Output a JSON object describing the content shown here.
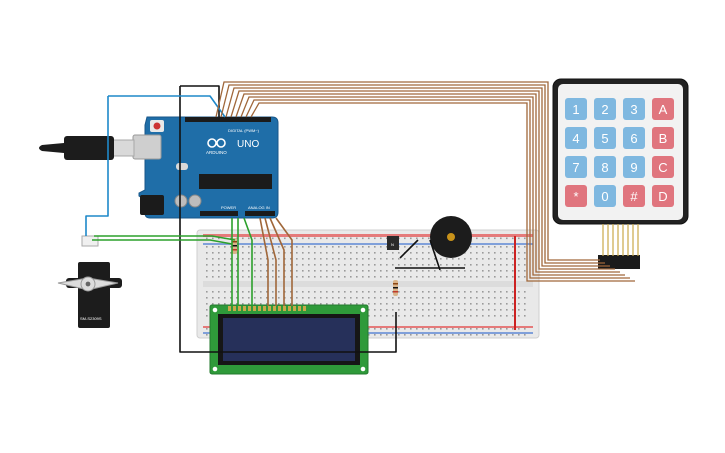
{
  "colors": {
    "background": "#ffffff",
    "arduino_board": "#1f6ea8",
    "breadboard": "#e9e9e9",
    "lcd_board": "#2f9a3a",
    "lcd_screen": "#26305a",
    "keypad_body": "#222222",
    "key_blue": "#7fb8e0",
    "key_red": "#e0757e",
    "wire_brown": "#a0673a",
    "wire_green": "#2ca02c",
    "wire_black": "#111111",
    "wire_blue": "#1e88c9",
    "wire_red": "#cc2222"
  },
  "arduino": {
    "model": "UNO",
    "brand": "ARDUINO",
    "header_digital": "DIGITAL (PWM~)",
    "header_power": "POWER",
    "header_analog": "ANALOG IN"
  },
  "servo": {
    "model": "SM-S2309S"
  },
  "keypad": {
    "keys": [
      {
        "label": "1",
        "color": "blue"
      },
      {
        "label": "2",
        "color": "blue"
      },
      {
        "label": "3",
        "color": "blue"
      },
      {
        "label": "A",
        "color": "red"
      },
      {
        "label": "4",
        "color": "blue"
      },
      {
        "label": "5",
        "color": "blue"
      },
      {
        "label": "6",
        "color": "blue"
      },
      {
        "label": "B",
        "color": "red"
      },
      {
        "label": "7",
        "color": "blue"
      },
      {
        "label": "8",
        "color": "blue"
      },
      {
        "label": "9",
        "color": "blue"
      },
      {
        "label": "C",
        "color": "red"
      },
      {
        "label": "*",
        "color": "red"
      },
      {
        "label": "0",
        "color": "blue"
      },
      {
        "label": "#",
        "color": "red"
      },
      {
        "label": "D",
        "color": "red"
      }
    ]
  },
  "transistor": {
    "label": "N"
  },
  "components": [
    "arduino-uno",
    "breadboard",
    "lcd-16x2",
    "keypad-4x4",
    "micro-servo",
    "piezo-buzzer",
    "npn-transistor",
    "resistor",
    "resistor",
    "usb-cable"
  ]
}
